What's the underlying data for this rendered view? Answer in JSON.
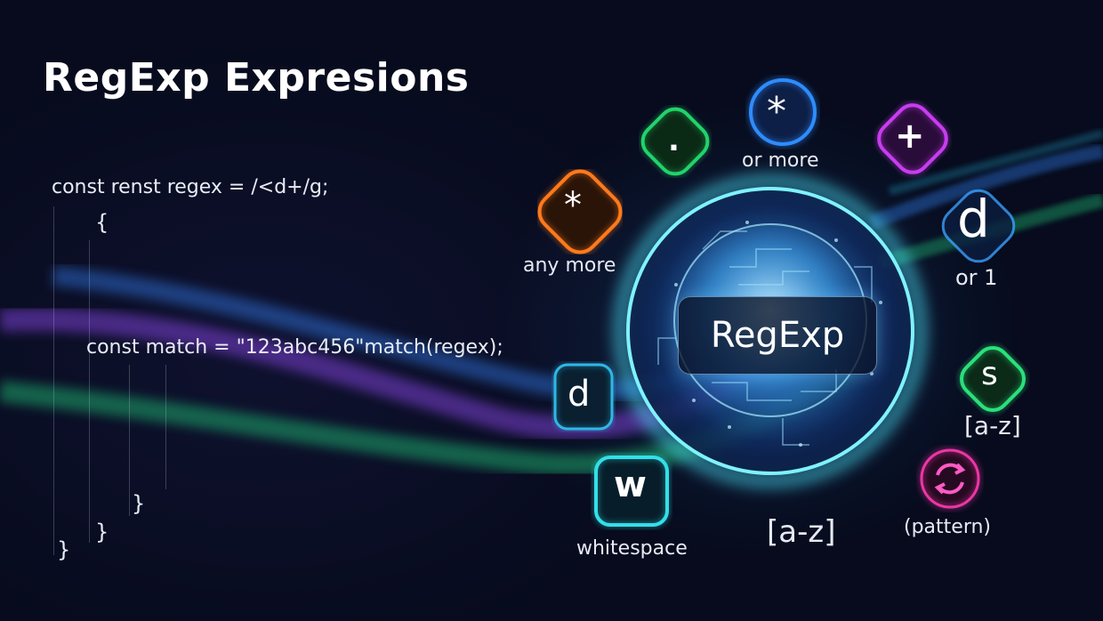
{
  "title": "RegExp Expresions",
  "code": {
    "line1": "const renst regex = /<d+/g;",
    "line2": "{",
    "line3": "const match = \"123abc456\"match(regex);",
    "line4": "}",
    "line5": "}",
    "line6": "}"
  },
  "center": {
    "label": "RegExp"
  },
  "tokens": {
    "star_orange": {
      "symbol": "*",
      "caption": "any more",
      "color": "#ff7a1a"
    },
    "dot_green": {
      "symbol": ".",
      "color": "#22d36a"
    },
    "star_blue": {
      "symbol": "*",
      "caption": "or more",
      "color": "#2f8cff"
    },
    "plus_purple": {
      "symbol": "+",
      "color": "#c83cf0"
    },
    "d_right": {
      "symbol": "d",
      "caption": "or 1",
      "color": "#3aa0ff"
    },
    "s_green": {
      "symbol": "s",
      "caption": "[a-z]",
      "color": "#2be07a"
    },
    "cycle_pink": {
      "icon": "refresh-icon",
      "caption": "(pattern)",
      "color": "#ff3ab0"
    },
    "range_bottom": {
      "caption": "[a-z]"
    },
    "w_box": {
      "symbol": "w",
      "caption": "whitespace",
      "color": "#32e0e8"
    },
    "d_left": {
      "symbol": "d",
      "color": "#2fb8e6"
    }
  }
}
